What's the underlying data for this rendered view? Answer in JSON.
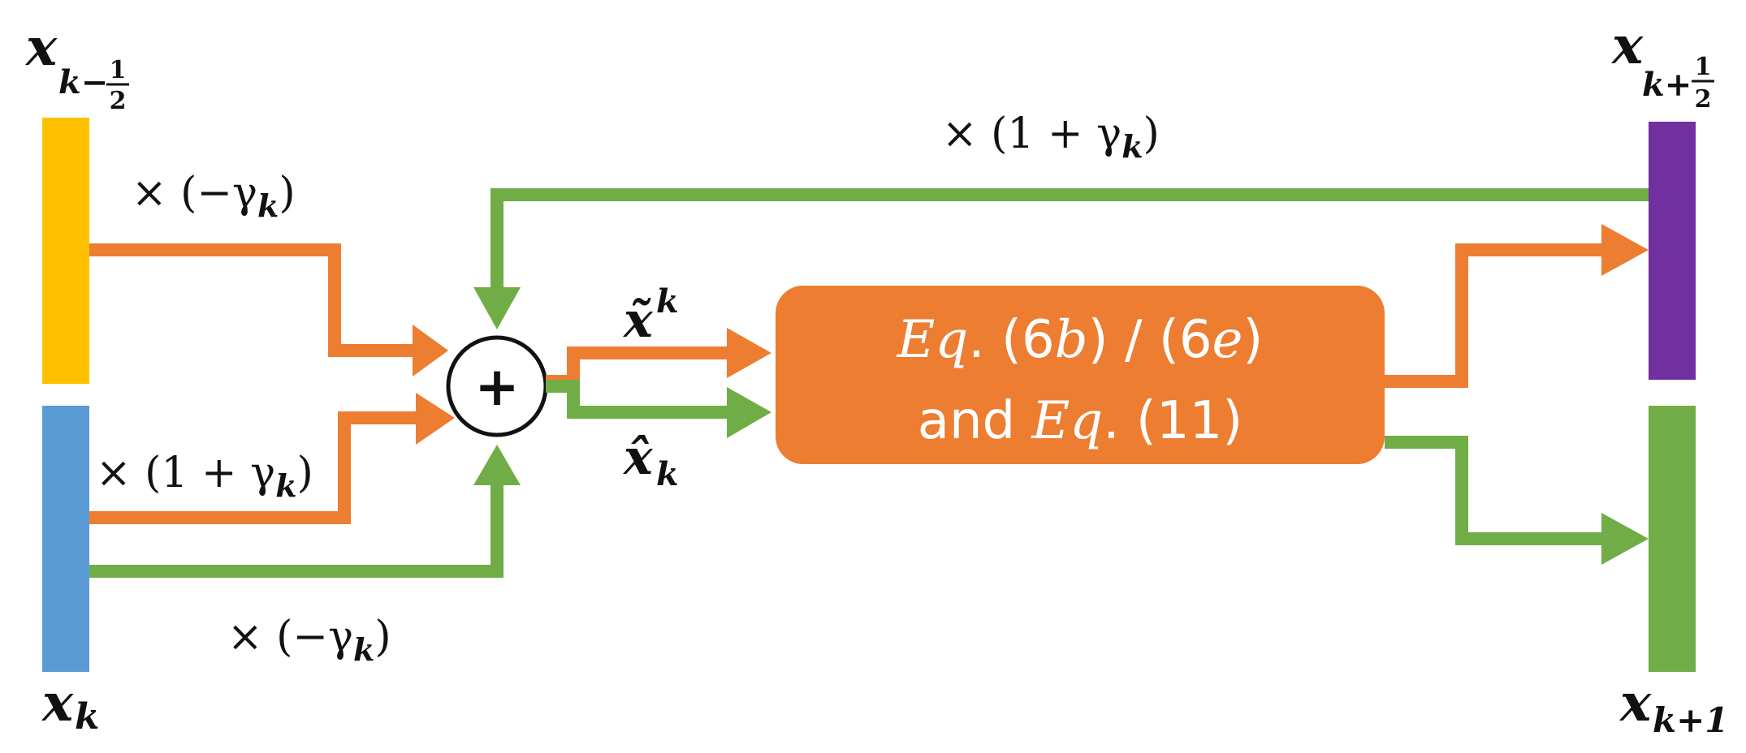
{
  "colors": {
    "orange": "#ED7D31",
    "green": "#70AD47",
    "yellow_bar": "#FFC000",
    "blue_bar": "#5B9BD5",
    "purple_bar": "#7030A0",
    "green_bar": "#70AD47",
    "adder_fill": "#ffffff"
  },
  "labels": {
    "x_half_prev_base": "x",
    "x_half_prev_sub": "k−",
    "half_num": "1",
    "half_den": "2",
    "x_k_base": "x",
    "x_k_sub": "k",
    "x_half_next_base": "x",
    "x_half_next_sub": "k+",
    "x_next_base": "x",
    "x_next_sub": "k+1",
    "coef_orange_top": "× (−γ",
    "coef_orange_top_sub": "k",
    "coef_orange_top_close": ")",
    "coef_orange_mid": "× (1 + γ",
    "coef_orange_mid_sub": "k",
    "coef_orange_mid_close": ")",
    "coef_green_bottom": "× (−γ",
    "coef_green_bottom_sub": "k",
    "coef_green_bottom_close": ")",
    "coef_green_top": "× (1 + γ",
    "coef_green_top_sub": "k",
    "coef_green_top_close": ")",
    "adder_symbol": "+",
    "x_tilde_base": "x̃",
    "x_tilde_sup": "k",
    "x_hat_base": "x̂",
    "x_hat_sub": "k"
  },
  "box": {
    "line1_eq": "Eq",
    "line1_rest": ". (6",
    "line1_b": "b",
    "line1_mid": ") / (6",
    "line1_e": "e",
    "line1_close": ")",
    "line2_and": "and ",
    "line2_eq": "Eq",
    "line2_rest": ". (11)"
  }
}
